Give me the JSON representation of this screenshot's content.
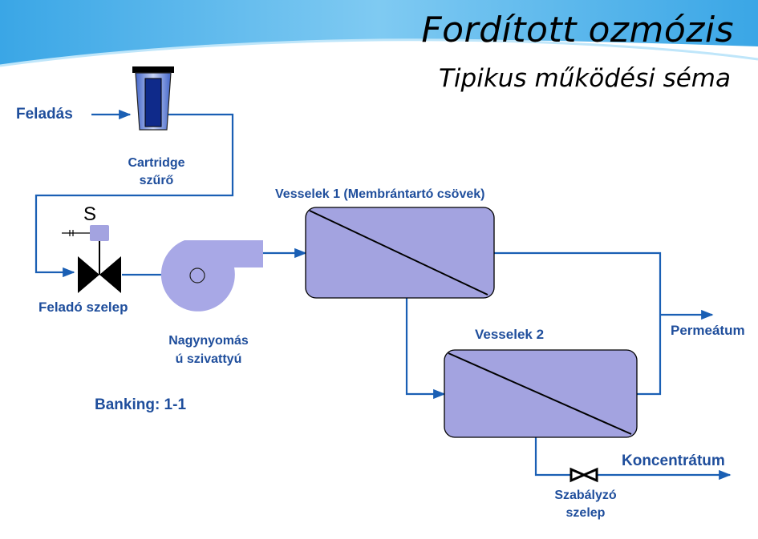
{
  "title": "Fordított ozmózis",
  "subtitle": "Tipikus működési séma",
  "labels": {
    "feed": "Feladás",
    "cartridge_line1": "Cartridge",
    "cartridge_line2": "szűrő",
    "solenoid": "S",
    "feed_valve": "Feladó szelep",
    "pump_line1": "Nagynyomás",
    "pump_line2": "ú szivattyú",
    "banking": "Banking: 1-1",
    "vessel1": "Vesselek 1 (Membrántartó csövek)",
    "vessel2": "Vesselek 2",
    "permeate": "Permeátum",
    "concentrate": "Koncentrátum",
    "reg_valve_line1": "Szabályzó",
    "reg_valve_line2": "szelep"
  },
  "colors": {
    "pipe": "#1a5fb4",
    "label": "#1f4e9c",
    "vessel_fill": "#a3a3e0",
    "pump_fill": "#a8a8e6",
    "filter_dark": "#0f2a8a",
    "banner_light": "#7ec8f0",
    "banner_dark": "#2f9be0"
  },
  "icons": {
    "filter": "cartridge-filter-icon",
    "feed_valve": "butterfly-valve-icon",
    "solenoid": "solenoid-actuator-icon",
    "pump": "centrifugal-pump-icon",
    "reg_valve": "regulating-valve-icon"
  }
}
